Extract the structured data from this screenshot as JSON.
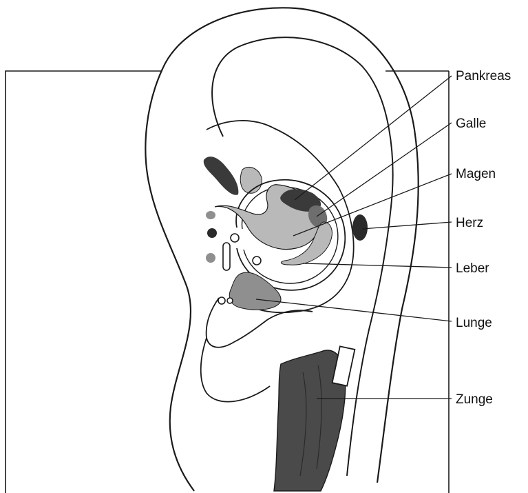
{
  "diagram": {
    "labels": {
      "pankreas": "Pankreas",
      "galle": "Galle",
      "magen": "Magen",
      "herz": "Herz",
      "leber": "Leber",
      "lunge": "Lunge",
      "zunge": "Zunge"
    }
  },
  "colors": {
    "line": "#1a1a1a",
    "light_zone": "#b9b9b9",
    "mid_zone": "#8f8f8f",
    "dark_zone": "#3a3a3a",
    "tongue": "#4a4a4a"
  }
}
